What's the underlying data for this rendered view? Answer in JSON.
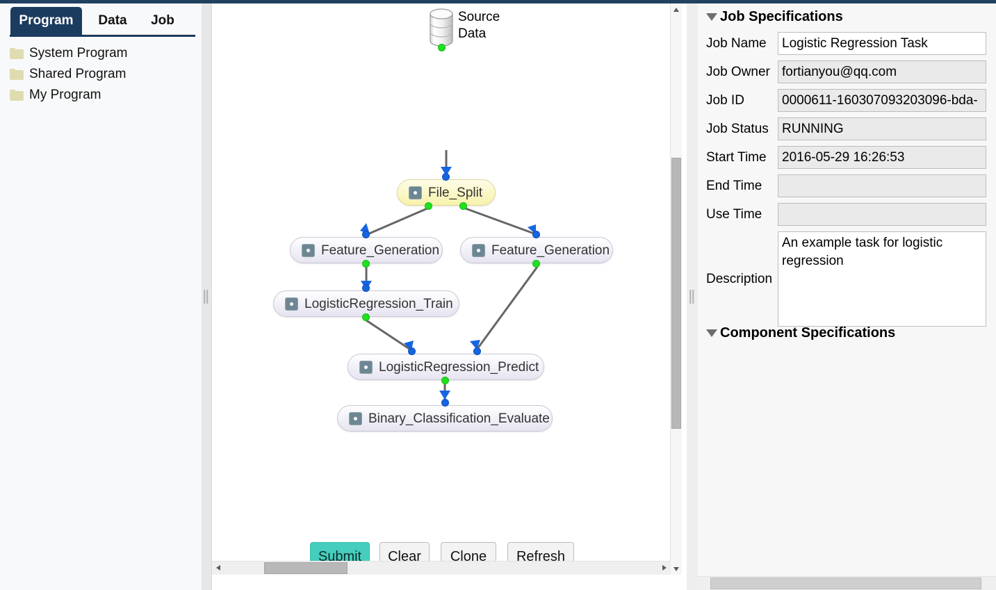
{
  "tabs": [
    {
      "id": "program",
      "label": "Program",
      "active": true
    },
    {
      "id": "data",
      "label": "Data",
      "active": false
    },
    {
      "id": "job",
      "label": "Job",
      "active": false
    }
  ],
  "sidebar": {
    "items": [
      {
        "label": "System Program"
      },
      {
        "label": "Shared Program"
      },
      {
        "label": "My Program"
      }
    ]
  },
  "canvas": {
    "source": {
      "line1": "Source",
      "line2": "Data"
    },
    "nodes": [
      {
        "id": "file_split",
        "label": "File_Split",
        "style": "yellow"
      },
      {
        "id": "feature_generation_left",
        "label": "Feature_Generation",
        "style": "normal"
      },
      {
        "id": "feature_generation_right",
        "label": "Feature_Generation",
        "style": "normal"
      },
      {
        "id": "logisticregression_train",
        "label": "LogisticRegression_Train",
        "style": "normal"
      },
      {
        "id": "logisticregression_predict",
        "label": "LogisticRegression_Predict",
        "style": "normal"
      },
      {
        "id": "binary_classification_evaluate",
        "label": "Binary_Classification_Evaluate",
        "style": "normal"
      }
    ],
    "buttons": {
      "submit": "Submit",
      "clear": "Clear",
      "clone": "Clone",
      "refresh": "Refresh"
    }
  },
  "right": {
    "job_spec_title": "Job Specifications",
    "component_spec_title": "Component Specifications",
    "fields": [
      {
        "label": "Job Name",
        "value": "Logistic Regression Task",
        "editable": true
      },
      {
        "label": "Job Owner",
        "value": "fortianyou@qq.com",
        "editable": false
      },
      {
        "label": "Job ID",
        "value": "0000611-160307093203096-bda-",
        "editable": false
      },
      {
        "label": "Job Status",
        "value": "RUNNING",
        "editable": false
      },
      {
        "label": "Start Time",
        "value": "2016-05-29 16:26:53",
        "editable": false
      },
      {
        "label": "End Time",
        "value": "",
        "editable": false
      },
      {
        "label": "Use Time",
        "value": "",
        "editable": false
      }
    ],
    "description": {
      "label": "Description",
      "value": "An example task for logistic regression"
    }
  },
  "colors": {
    "accent": "#1b3b5f",
    "submit": "#45cdbd",
    "node_selected": "#fbf8c8",
    "port_out": "#20e020",
    "port_in": "#1565e0",
    "folder": "#dedcb0"
  }
}
